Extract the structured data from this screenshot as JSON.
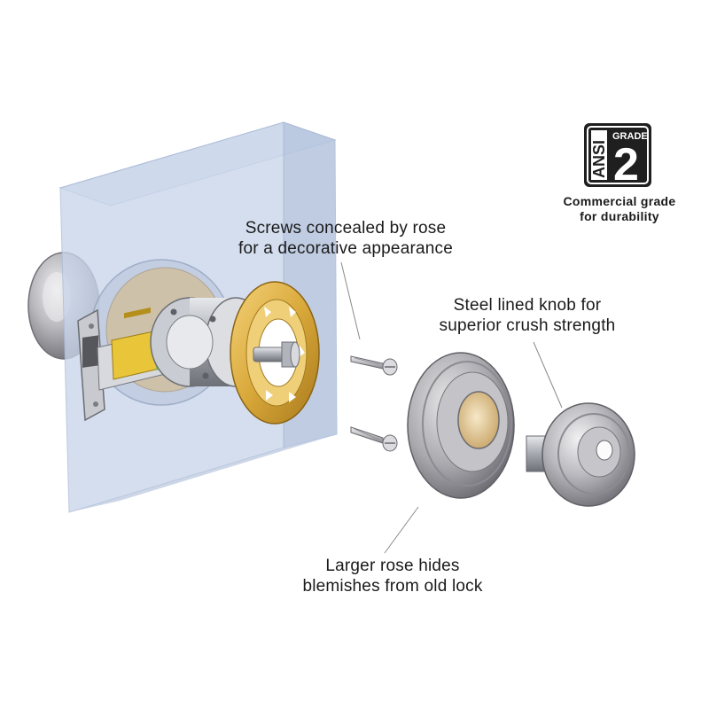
{
  "callouts": {
    "screws": {
      "line1": "Screws concealed by rose",
      "line2": "for a decorative appearance"
    },
    "knob": {
      "line1": "Steel lined knob for",
      "line2": "superior crush strength"
    },
    "rose": {
      "line1": "Larger rose hides",
      "line2": "blemishes from old lock"
    }
  },
  "badge": {
    "org": "ANSI",
    "grade_word": "GRADE",
    "grade_number": "2",
    "caption_line1": "Commercial grade",
    "caption_line2": "for durability"
  },
  "colors": {
    "door_block": "#c9d5ea",
    "door_block_edge": "#a9bad6",
    "brass": "#d9a83a",
    "nickel": "#b8b8bc",
    "dark_text": "#1a1a1a"
  },
  "icons": [
    "ansi-grade-2-badge"
  ]
}
